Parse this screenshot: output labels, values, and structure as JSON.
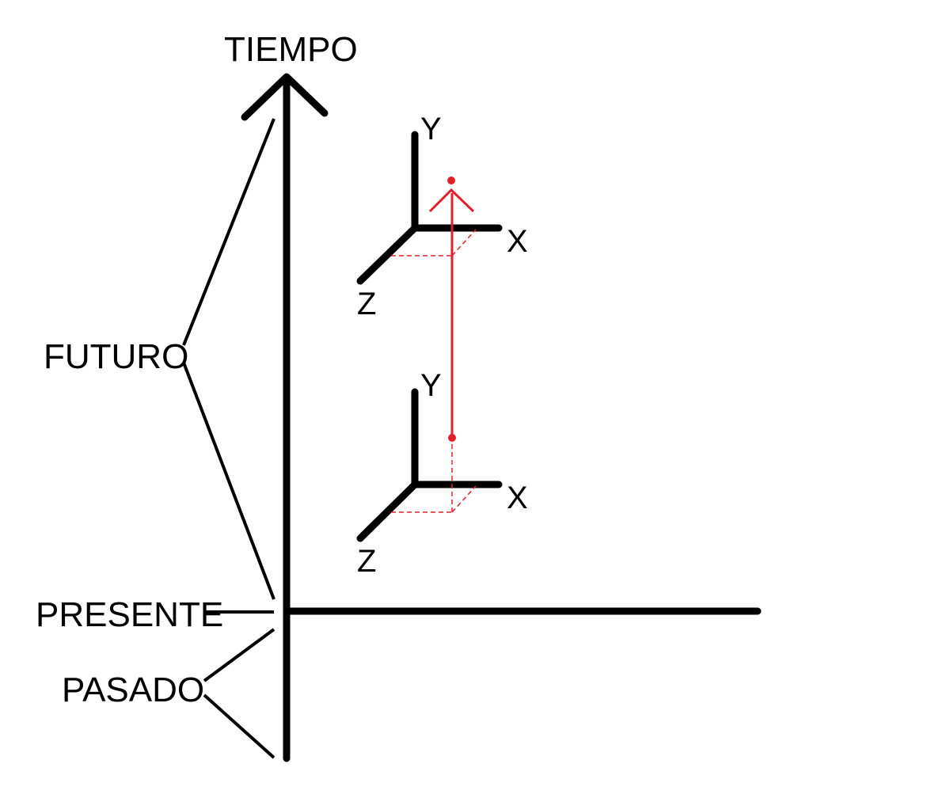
{
  "labels": {
    "time_axis": "TIEMPO",
    "future": "FUTURO",
    "present": "PRESENTE",
    "past": "PASADO"
  },
  "upper_frame": {
    "x_label": "X",
    "y_label": "Y",
    "z_label": "Z"
  },
  "lower_frame": {
    "x_label": "X",
    "y_label": "Y",
    "z_label": "Z"
  },
  "colors": {
    "axes": "#000000",
    "trajectory": "#e0202a",
    "background": "#ffffff"
  }
}
